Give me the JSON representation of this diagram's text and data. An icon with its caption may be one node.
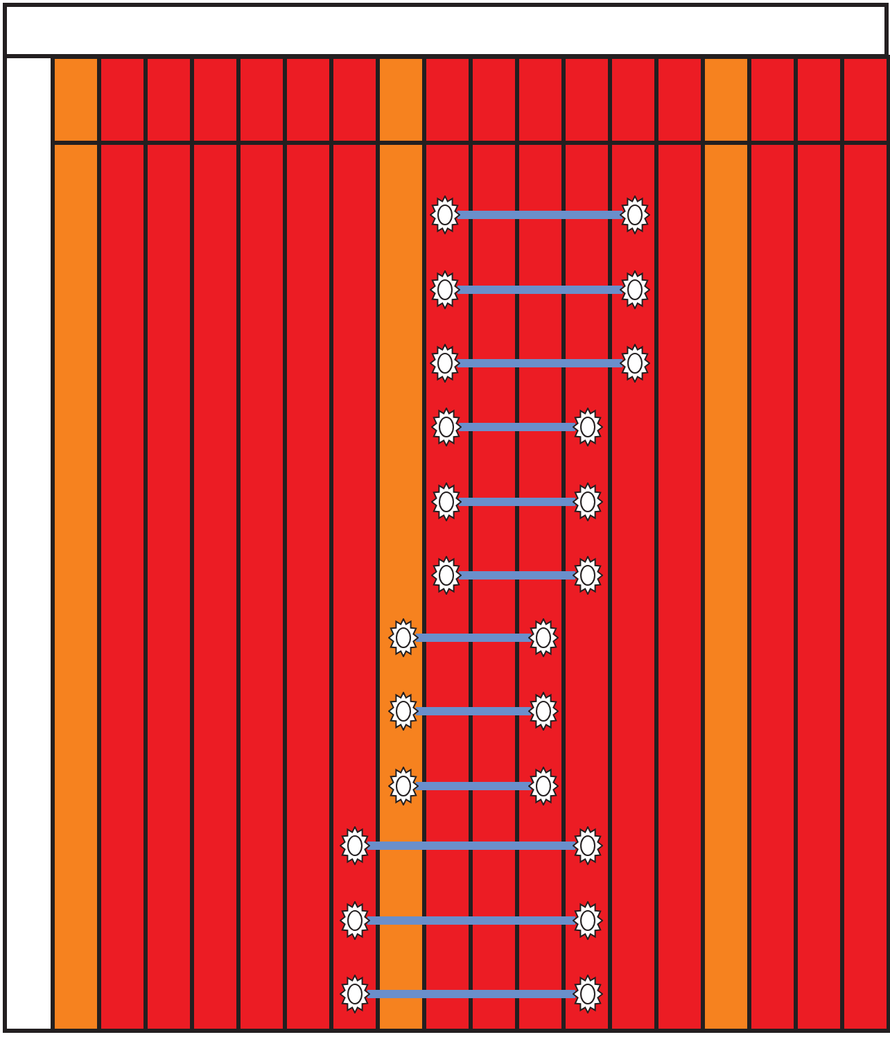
{
  "diagram": {
    "nodes": [
      {
        "text": [],
        "shape": "star"
      },
      {
        "text": [],
        "shape": "star"
      },
      {
        "text": [],
        "shape": "star"
      },
      {
        "text": [],
        "shape": "star"
      },
      {
        "text": [],
        "shape": "star"
      },
      {
        "text": [],
        "shape": "star"
      },
      {
        "text": [],
        "shape": "star"
      },
      {
        "text": [],
        "shape": "star"
      },
      {
        "text": [],
        "shape": "star"
      },
      {
        "text": [],
        "shape": "star"
      },
      {
        "text": [],
        "shape": "star"
      },
      {
        "text": [],
        "shape": "star"
      },
      {
        "text": [],
        "shape": "star"
      },
      {
        "text": [],
        "shape": "star"
      },
      {
        "text": [],
        "shape": "star"
      },
      {
        "text": [],
        "shape": "star"
      },
      {
        "text": [],
        "shape": "star"
      },
      {
        "text": [],
        "shape": "star"
      },
      {
        "text": [],
        "shape": "star"
      },
      {
        "text": [],
        "shape": "star"
      },
      {
        "text": [],
        "shape": "star"
      },
      {
        "text": [],
        "shape": "star"
      },
      {
        "text": [],
        "shape": "star"
      },
      {
        "text": [],
        "shape": "star"
      }
    ],
    "edges": [
      {
        "from": 0,
        "to": 1,
        "arrow": "none"
      },
      {
        "from": 2,
        "to": 3,
        "arrow": "none"
      },
      {
        "from": 4,
        "to": 5,
        "arrow": "none"
      },
      {
        "from": 6,
        "to": 7,
        "arrow": "none"
      },
      {
        "from": 8,
        "to": 9,
        "arrow": "none"
      },
      {
        "from": 10,
        "to": 11,
        "arrow": "none"
      },
      {
        "from": 12,
        "to": 13,
        "arrow": "none"
      },
      {
        "from": 14,
        "to": 15,
        "arrow": "none"
      },
      {
        "from": 16,
        "to": 17,
        "arrow": "none"
      },
      {
        "from": 18,
        "to": 19,
        "arrow": "none"
      },
      {
        "from": 20,
        "to": 21,
        "arrow": "none"
      },
      {
        "from": 22,
        "to": 23,
        "arrow": "none"
      }
    ]
  }
}
